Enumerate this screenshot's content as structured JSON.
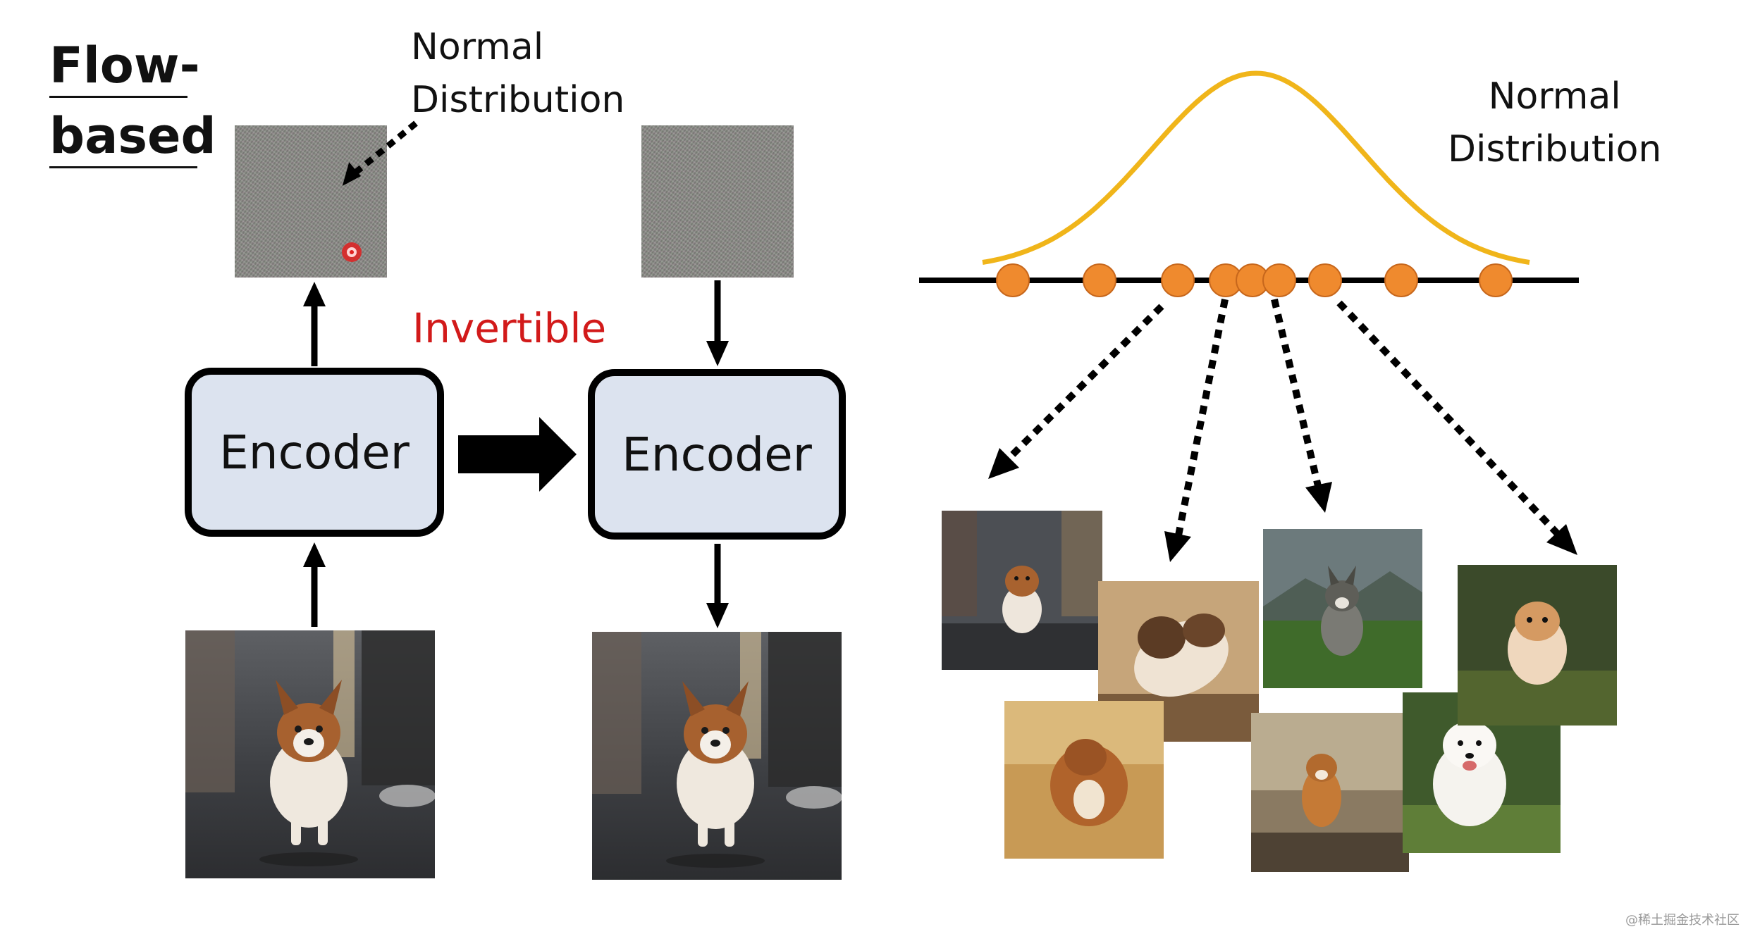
{
  "title": {
    "line1": "Flow-",
    "line2": "based"
  },
  "left_panel": {
    "noise_label": "Normal\nDistribution",
    "invertible_label": "Invertible",
    "encoder_left_label": "Encoder",
    "encoder_right_label": "Encoder"
  },
  "right_panel": {
    "distribution_label": "Normal\nDistribution",
    "sample_point_count": 9
  },
  "colors": {
    "bell_curve": "#f0b51a",
    "sample_points": "#ef8a2e",
    "invertible_text": "#d21a1a",
    "encoder_fill": "#dce3ef",
    "marker": "#e02020"
  },
  "icons": [
    "dashed-arrow-icon",
    "solid-arrow-icon",
    "block-arrow-icon",
    "target-dot-icon"
  ],
  "watermark": "@稀土掘金技术社区"
}
